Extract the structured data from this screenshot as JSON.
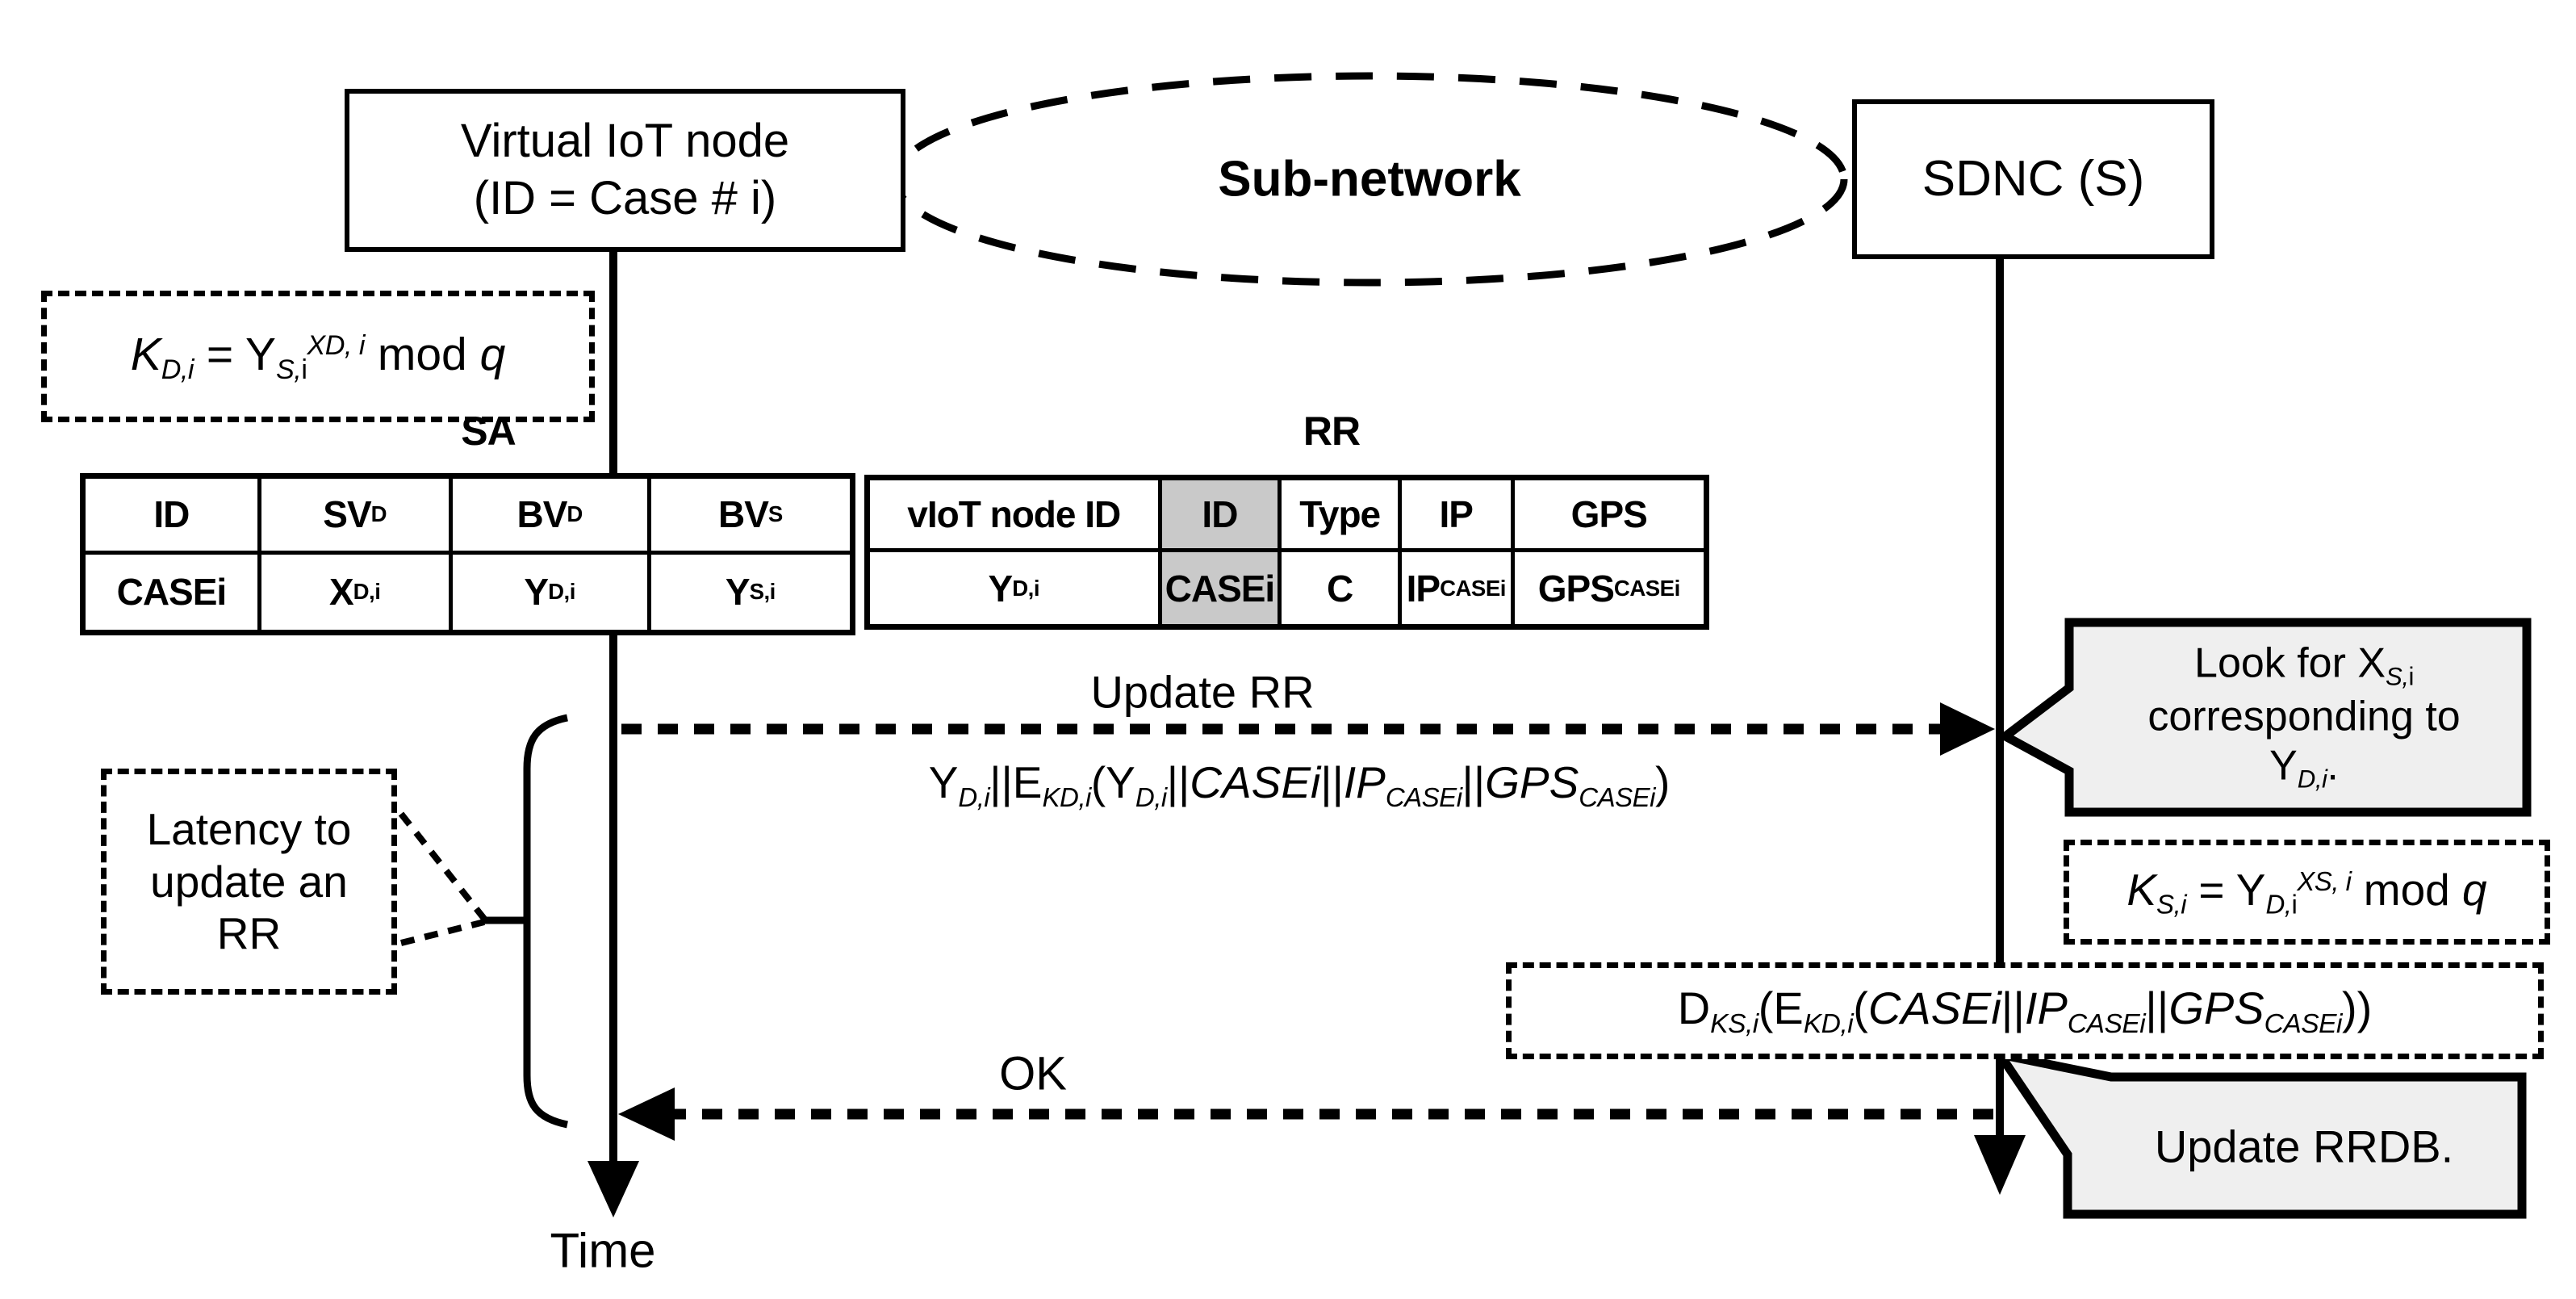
{
  "colors": {
    "ink": "#000000",
    "background": "#ffffff",
    "callout_bg": "#efefef",
    "cell_highlight": "#c9c9c9"
  },
  "actors": {
    "viot": {
      "line1": "Virtual IoT node",
      "line2": "(ID = Case # i)"
    },
    "sdnc": {
      "label": "SDNC (S)"
    },
    "sub_network": {
      "label": "Sub-network"
    }
  },
  "formulas": {
    "kd": [
      [
        "i",
        "K"
      ],
      [
        "i sub",
        "D,i"
      ],
      [
        "n",
        " = "
      ],
      [
        "n",
        "Y"
      ],
      [
        "i sub",
        "S,"
      ],
      [
        "sub",
        "i"
      ],
      [
        "i sup",
        "XD, i"
      ],
      [
        "n",
        " mod "
      ],
      [
        "i",
        "q"
      ]
    ],
    "ks": [
      [
        "i",
        "K"
      ],
      [
        "i sub",
        "S,i"
      ],
      [
        "n",
        " = "
      ],
      [
        "n",
        "Y"
      ],
      [
        "i sub",
        "D,"
      ],
      [
        "sub",
        "i"
      ],
      [
        "i sup",
        "XS, i"
      ],
      [
        "n",
        " mod "
      ],
      [
        "i",
        "q"
      ]
    ],
    "decrypt": [
      [
        "n",
        "D"
      ],
      [
        "i sub",
        "KS,i"
      ],
      [
        "n",
        "(E"
      ],
      [
        "i sub",
        "KD,i"
      ],
      [
        "n",
        "("
      ],
      [
        "i",
        "CASEi"
      ],
      [
        "n",
        "||"
      ],
      [
        "i",
        "IP"
      ],
      [
        "i sub",
        "CASEi"
      ],
      [
        "n",
        "||"
      ],
      [
        "i",
        "GPS"
      ],
      [
        "i sub",
        "CASEi"
      ],
      [
        "n",
        "))"
      ]
    ]
  },
  "sa_table": {
    "title": "SA",
    "headers": [
      [
        [
          "n",
          "ID"
        ]
      ],
      [
        [
          "n",
          "SV"
        ],
        [
          "sub",
          "D"
        ]
      ],
      [
        [
          "n",
          "BV"
        ],
        [
          "sub",
          "D"
        ]
      ],
      [
        [
          "n",
          "BV"
        ],
        [
          "sub",
          "S"
        ]
      ]
    ],
    "row": [
      [
        [
          "n",
          "CASEi"
        ]
      ],
      [
        [
          "n",
          "X"
        ],
        [
          "sub",
          "D,i"
        ]
      ],
      [
        [
          "n",
          "Y"
        ],
        [
          "sub",
          "D,i"
        ]
      ],
      [
        [
          "n",
          "Y"
        ],
        [
          "sub",
          "S,i"
        ]
      ]
    ]
  },
  "rr_table": {
    "title": "RR",
    "headers": [
      [
        [
          "n",
          "vIoT node ID"
        ]
      ],
      [
        [
          "n",
          "ID"
        ]
      ],
      [
        [
          "n",
          "Type"
        ]
      ],
      [
        [
          "n",
          "IP"
        ]
      ],
      [
        [
          "n",
          "GPS"
        ]
      ]
    ],
    "row": [
      [
        [
          "n",
          "Y"
        ],
        [
          "sub",
          "D,i"
        ]
      ],
      [
        [
          "n",
          "CASEi"
        ]
      ],
      [
        [
          "n",
          "C"
        ]
      ],
      [
        [
          "n",
          "IP"
        ],
        [
          "sub",
          "CASEi"
        ]
      ],
      [
        [
          "n",
          "GPS"
        ],
        [
          "sub",
          "CASEi"
        ]
      ]
    ]
  },
  "messages": {
    "update_rr": {
      "label": "Update RR",
      "payload": [
        [
          "n",
          "Y"
        ],
        [
          "i sub",
          "D,i"
        ],
        [
          "n",
          "||E"
        ],
        [
          "i sub",
          "KD,i"
        ],
        [
          "n",
          "("
        ],
        [
          "n",
          "Y"
        ],
        [
          "i sub",
          "D,i"
        ],
        [
          "n",
          "||"
        ],
        [
          "i",
          "CASEi"
        ],
        [
          "n",
          "||"
        ],
        [
          "i",
          "IP"
        ],
        [
          "i sub",
          "CASEi"
        ],
        [
          "n",
          "||"
        ],
        [
          "i",
          "GPS"
        ],
        [
          "i sub",
          "CASEi"
        ],
        [
          "n",
          ")"
        ]
      ]
    },
    "ok": {
      "label": "OK"
    }
  },
  "callouts": {
    "look": {
      "lines": [
        [
          [
            "n",
            "Look for X"
          ],
          [
            "i sub",
            "S,"
          ],
          [
            "sub",
            "i"
          ]
        ],
        [
          [
            "n",
            "corresponding to"
          ]
        ],
        [
          [
            "n",
            "Y"
          ],
          [
            "i sub",
            "D,i"
          ],
          [
            "n",
            "."
          ]
        ]
      ]
    },
    "latency": {
      "lines": [
        "Latency to",
        "update an",
        "RR"
      ]
    },
    "update_rrdb": {
      "text": "Update RRDB."
    }
  },
  "time_label": "Time"
}
